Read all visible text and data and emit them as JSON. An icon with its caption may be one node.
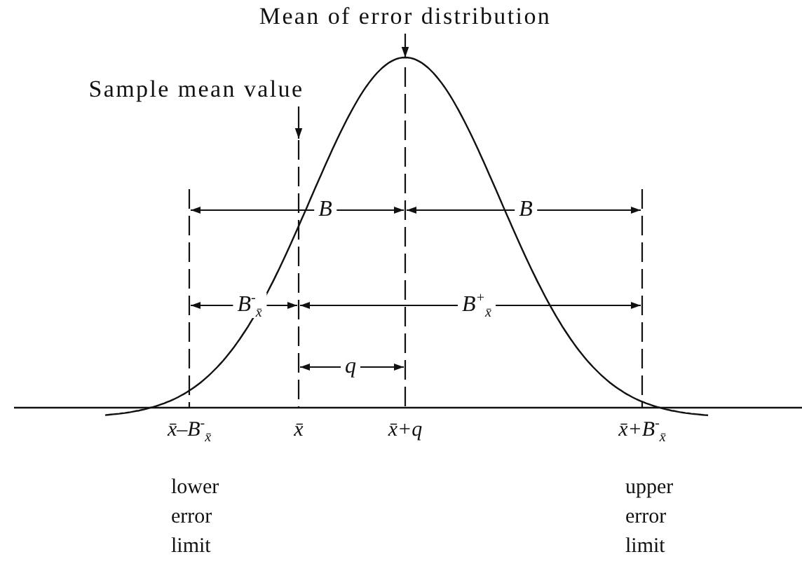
{
  "diagram": {
    "nodes": [
      {
        "text": [
          "Mean of error distribution"
        ]
      },
      {
        "text": [
          "Sample mean value"
        ]
      }
    ],
    "edges": [
      {
        "from": 0,
        "to": null,
        "arrow": "to"
      },
      {
        "from": 1,
        "to": null,
        "arrow": "to"
      }
    ],
    "labels": [
      "B",
      "B",
      "B$^{-}$$_{x̄}$",
      "B$^{+}$$_{x̄}$",
      "q",
      "x̄–B$^{-}$$_{x̄}$",
      "x̄",
      "x̄+q",
      "x̄+B$^{-}$$_{x̄}$",
      "lower error limit",
      "upper error limit"
    ]
  }
}
